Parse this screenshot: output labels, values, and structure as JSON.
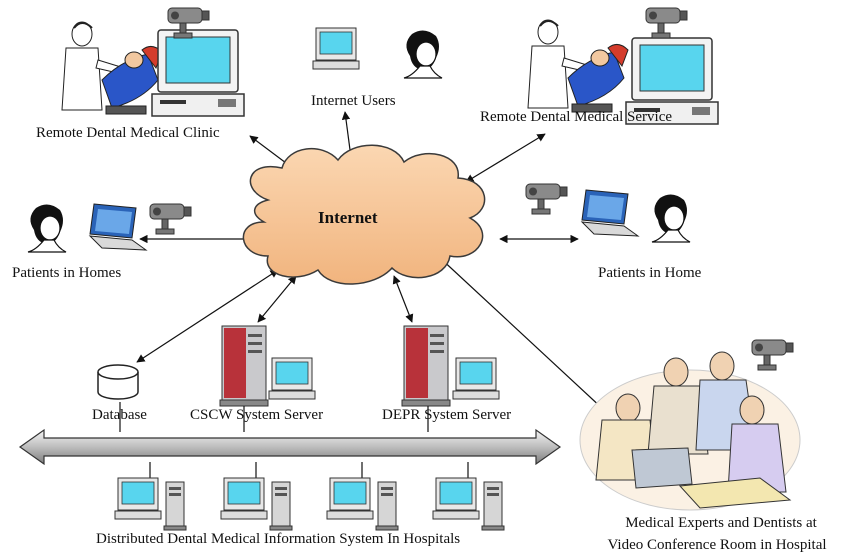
{
  "labels": {
    "clinic": "Remote Dental Medical Clinic",
    "internet_users": "Internet Users",
    "service": "Remote Dental Medical Service",
    "internet": "Internet",
    "patients_homes": "Patients in Homes",
    "patients_home": "Patients in Home",
    "database": "Database",
    "cscw": "CSCW System Server",
    "depr": "DEPR System Server",
    "distributed": "Distributed Dental Medical Information System In Hospitals",
    "experts_line1": "Medical Experts and Dentists at",
    "experts_line2": "Video Conference Room in Hospital"
  },
  "colors": {
    "cloud_fill": "#f6c79a",
    "cloud_stroke": "#3a3a3a",
    "screen": "#58d5ee",
    "server_red": "#b8323a",
    "server_gray": "#c9c9cc",
    "bus_fill": "#cfcfcf"
  }
}
